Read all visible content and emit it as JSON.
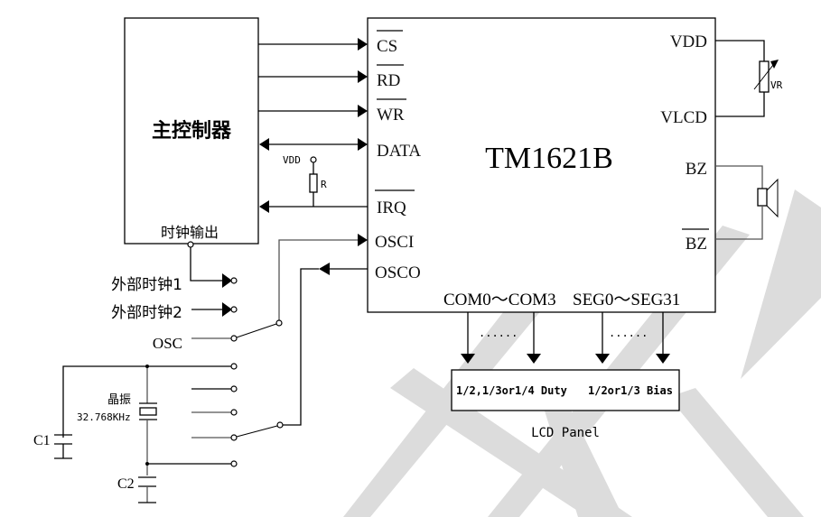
{
  "watermark": {
    "color": "#dcdcdc"
  },
  "controller": {
    "title": "主控制器",
    "clock_output_label": "时钟输出"
  },
  "chip": {
    "name": "TM1621B",
    "left_pins": [
      {
        "label": "CS",
        "overline": true
      },
      {
        "label": "RD",
        "overline": true
      },
      {
        "label": "WR",
        "overline": true
      },
      {
        "label": "DATA",
        "overline": false
      },
      {
        "label": "IRQ",
        "overline": true
      },
      {
        "label": "OSCI",
        "overline": false
      },
      {
        "label": "OSCO",
        "overline": false
      }
    ],
    "right_pins": [
      {
        "label": "VDD",
        "overline": false
      },
      {
        "label": "VLCD",
        "overline": false
      },
      {
        "label": "BZ",
        "overline": false
      },
      {
        "label": "BZ",
        "overline": true
      }
    ],
    "bottom_pins": {
      "com": "COM0～COM3",
      "seg": "SEG0～SEG31"
    }
  },
  "pullup": {
    "vdd_label": "VDD",
    "resistor_label": "R"
  },
  "variable_resistor": {
    "label": "VR"
  },
  "clock_sources": {
    "ext_clock_1": "外部时钟1",
    "ext_clock_2": "外部时钟2",
    "osc": "OSC",
    "crystal_label": "晶振",
    "crystal_freq": "32.768KHz",
    "c1": "C1",
    "c2": "C2"
  },
  "lcd": {
    "duty_text": "1/2,1/3or1/4 Duty",
    "bias_text": "1/2or1/3 Bias",
    "panel_label": "LCD Panel",
    "dots": "......"
  }
}
